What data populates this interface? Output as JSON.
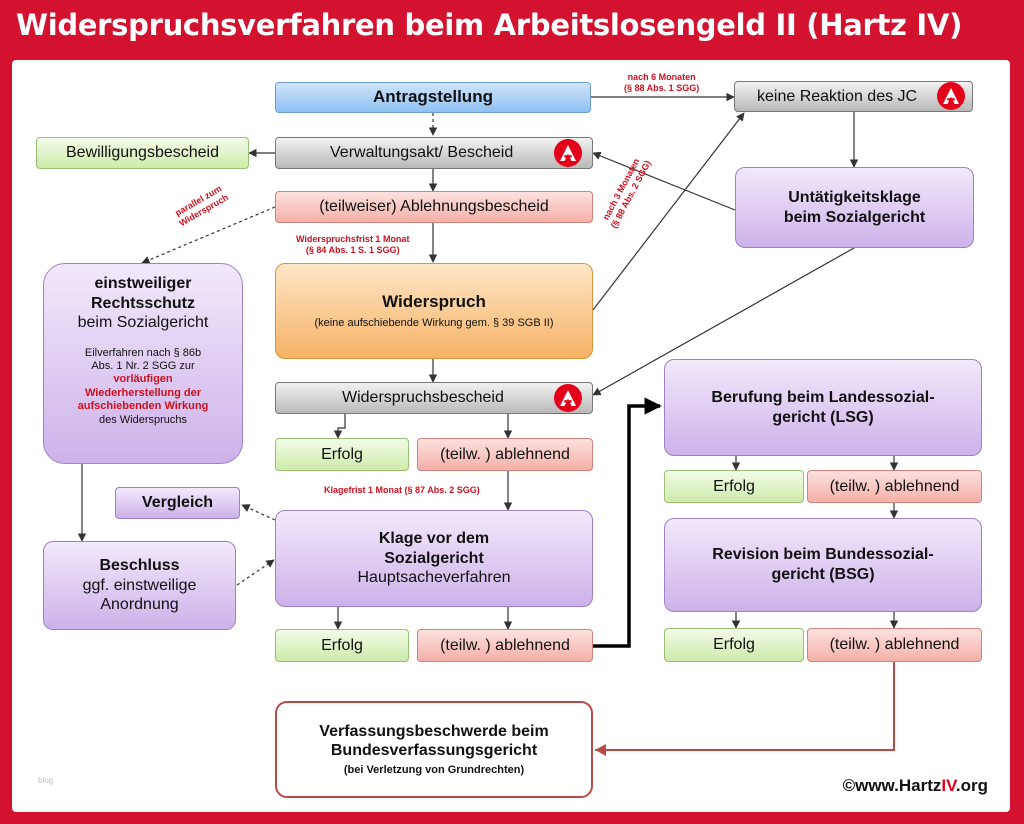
{
  "title": "Widerspruchsverfahren beim Arbeitslosengeld II (Hartz IV)",
  "boxes": {
    "antrag": "Antragstellung",
    "keine_reaktion": "keine Reaktion des JC",
    "bewilligung": "Bewilligungsbescheid",
    "verwaltungsakt": "Verwaltungsakt/ Bescheid",
    "ablehnung": "(teilweiser) Ablehnungsbescheid",
    "untaetig_l1": "Untätigkeitsklage",
    "untaetig_l2": "beim Sozialgericht",
    "rs_l1": "einstweiliger",
    "rs_l2": "Rechtsschutz",
    "rs_l3": "beim Sozialgericht",
    "rs_d1": "Eilverfahren nach § 86b",
    "rs_d2": "Abs. 1 Nr. 2 SGG zur",
    "rs_d3": "vorläufigen",
    "rs_d4": "Wiederherstellung der",
    "rs_d5": "aufschiebenden Wirkung",
    "rs_d6": "des Widerspruchs",
    "widerspruch": "Widerspruch",
    "widerspruch_sub": "(keine aufschiebende Wirkung gem. § 39 SGB II)",
    "widerspruchsbescheid": "Widerspruchsbescheid",
    "erfolg": "Erfolg",
    "ablehnend": "(teilw. ) ablehnend",
    "vergleich": "Vergleich",
    "beschluss_l1": "Beschluss",
    "beschluss_l2": "ggf. einstweilige",
    "beschluss_l3": "Anordnung",
    "klage_l1": "Klage vor dem",
    "klage_l2": "Sozialgericht",
    "klage_l3": "Hauptsacheverfahren",
    "lsg_l1": "Berufung beim Landessozial-",
    "lsg_l2": "gericht (LSG)",
    "bsg_l1": "Revision beim Bundessozial-",
    "bsg_l2": "gericht (BSG)",
    "bverfg_l1": "Verfassungsbeschwerde beim",
    "bverfg_l2": "Bundesverfassungsgericht",
    "bverfg_l3": "(bei Verletzung von Grundrechten)"
  },
  "notes": {
    "sechs_monate_l1": "nach 6 Monaten",
    "sechs_monate_l2": "(§ 88 Abs. 1 SGG)",
    "drei_monate_l1": "nach 3 Monaten",
    "drei_monate_l2": "(§ 88 Abs. 2 SGG)",
    "parallel_l1": "parallel zum",
    "parallel_l2": "Widerspruch",
    "widerspruchsfrist_l1": "Widerspruchsfrist 1 Monat",
    "widerspruchsfrist_l2": "(§ 84 Abs. 1 S. 1 SGG)",
    "klagefrist": "Klagefrist 1 Monat  (§ 87 Abs. 2 SGG)"
  },
  "tiny_label": "blog",
  "copyright_prefix": "©www.Hartz",
  "copyright_iv": "IV",
  "copyright_suffix": ".org",
  "colors": {
    "frame": "#d3122f",
    "logo": "#e3001b",
    "note_red": "#d0101f"
  },
  "icons": [
    "agentur-logo-icon"
  ]
}
